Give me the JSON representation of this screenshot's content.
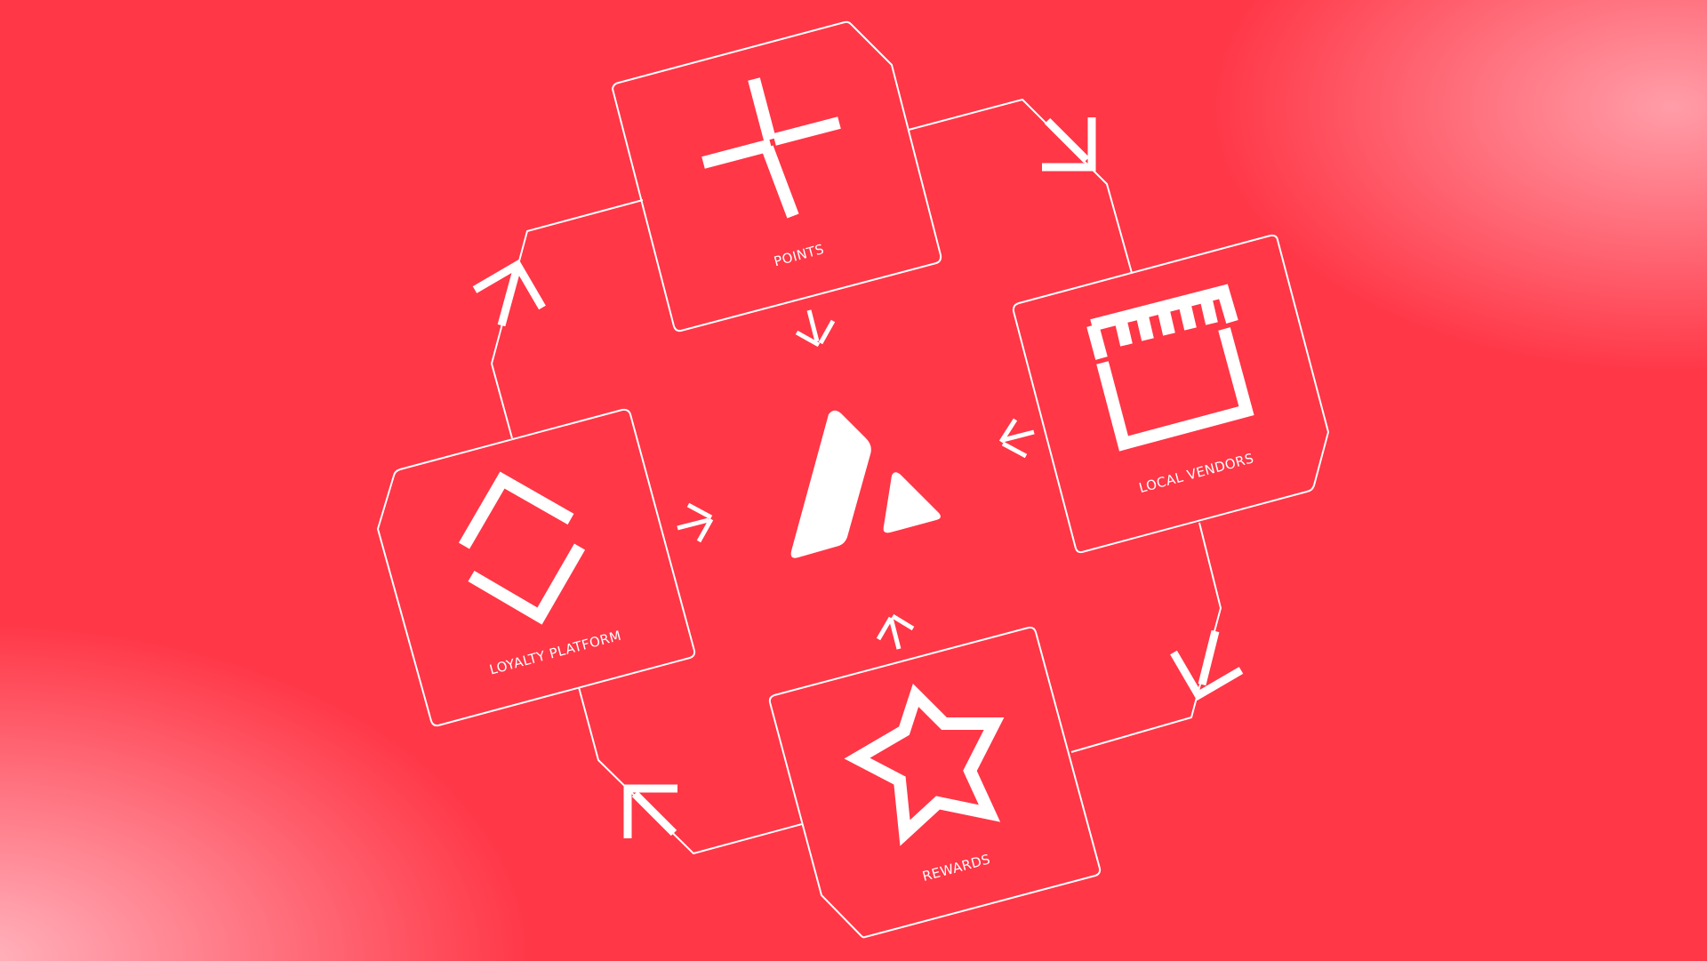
{
  "diagram": {
    "nodes": {
      "points": {
        "label": "POINTS",
        "icon": "plus-icon"
      },
      "local_vendors": {
        "label": "LOCAL VENDORS",
        "icon": "storefront-icon"
      },
      "rewards": {
        "label": "REWARDS",
        "icon": "star-icon"
      },
      "loyalty_platform": {
        "label": "LOYALTY PLATFORM",
        "icon": "diamond-icon"
      }
    },
    "center": {
      "icon": "brand-logo-icon"
    },
    "colors": {
      "background": "#ff3747",
      "foreground": "#ffffff"
    }
  }
}
